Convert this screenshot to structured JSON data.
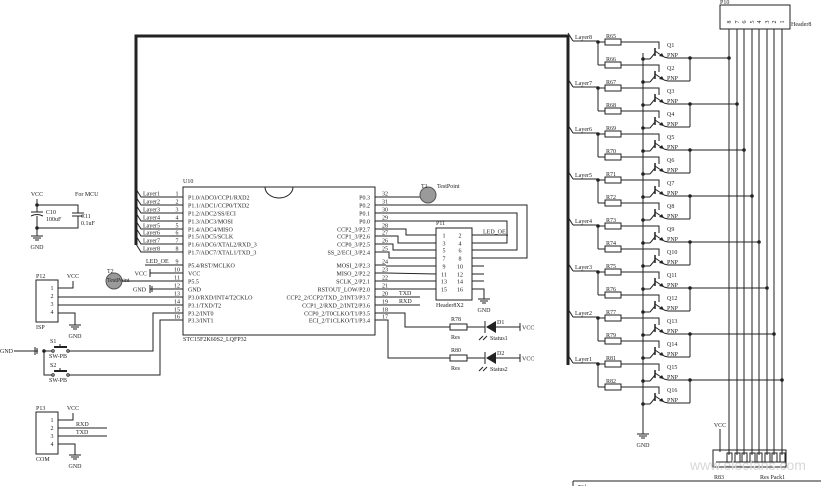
{
  "title_block": {
    "label": "Title"
  },
  "power": {
    "vcc": "VCC",
    "gnd": "GND"
  },
  "note": "For MCU",
  "c10": {
    "ref": "C10",
    "value": "100uF"
  },
  "c11": {
    "ref": "C11",
    "value": "0.1uF"
  },
  "u10": {
    "ref": "U10",
    "part": "STC15F2K60S2_LQFP32",
    "left_pins": [
      {
        "num": "1",
        "name": "P1.0/ADC0/CCP1/RXD2",
        "net": "Layer1"
      },
      {
        "num": "2",
        "name": "P1.1/ADC1/CCP0/TXD2",
        "net": "Layer2"
      },
      {
        "num": "3",
        "name": "P1.2/ADC2/SS/ECI",
        "net": "Layer3"
      },
      {
        "num": "4",
        "name": "P1.3/ADC3/MOSI",
        "net": "Layer4"
      },
      {
        "num": "5",
        "name": "P1.4/ADC4/MISO",
        "net": "Layer5"
      },
      {
        "num": "6",
        "name": "P1.5/ADC5/SCLK",
        "net": "Layer6"
      },
      {
        "num": "7",
        "name": "P1.6/ADC6/XTAL2/RXD_3",
        "net": "Layer7"
      },
      {
        "num": "8",
        "name": "P1.7/ADC7/XTAL1/TXD_3",
        "net": "Layer8"
      },
      {
        "num": "9",
        "name": "P5.4/RST/MCLKO",
        "net": "LED_OE"
      },
      {
        "num": "10",
        "name": "VCC",
        "net": "VCC"
      },
      {
        "num": "11",
        "name": "P5.5",
        "net": ""
      },
      {
        "num": "12",
        "name": "GND",
        "net": "GND"
      },
      {
        "num": "13",
        "name": "P3.0/RXD/INT4/T2CKLO",
        "net": ""
      },
      {
        "num": "14",
        "name": "P3.1/TXD/T2",
        "net": ""
      },
      {
        "num": "15",
        "name": "P3.2/INT0",
        "net": ""
      },
      {
        "num": "16",
        "name": "P3.3/INT1",
        "net": ""
      }
    ],
    "right_pins": [
      {
        "num": "32",
        "name": "P0.3"
      },
      {
        "num": "31",
        "name": "P0.2"
      },
      {
        "num": "30",
        "name": "P0.1"
      },
      {
        "num": "29",
        "name": "P0.0"
      },
      {
        "num": "28",
        "name": "CCP2_3/P2.7"
      },
      {
        "num": "27",
        "name": "CCP1_3/P2.6"
      },
      {
        "num": "26",
        "name": "CCP0_3/P2.5"
      },
      {
        "num": "25",
        "name": "SS_2/ECI_3/P2.4"
      },
      {
        "num": "24",
        "name": "MOSI_2/P2.3"
      },
      {
        "num": "23",
        "name": "MISO_2/P2.2"
      },
      {
        "num": "22",
        "name": "SCLK_2/P2.1"
      },
      {
        "num": "21",
        "name": "RSTOUT_LOW/P2.0"
      },
      {
        "num": "20",
        "name": "CCP2_2/CCP2/TXD_2/INT3/P3.7",
        "net": "TXD"
      },
      {
        "num": "19",
        "name": "CCP1_2/RXD_2/INT2/P3.6",
        "net": "RXD"
      },
      {
        "num": "18",
        "name": "CCP0_2/T0CLKO/T1/P3.5"
      },
      {
        "num": "17",
        "name": "ECI_2/T1CLKO/T1/P3.4"
      }
    ]
  },
  "t1": {
    "ref": "T1",
    "part": "TestPoint"
  },
  "t2": {
    "ref": "T2",
    "part": "TestPoint"
  },
  "p11": {
    "ref": "P11",
    "part": "Header8X2",
    "pins": [
      "1",
      "2",
      "3",
      "4",
      "5",
      "6",
      "7",
      "8",
      "9",
      "10",
      "11",
      "12",
      "13",
      "14",
      "15",
      "16"
    ],
    "net_pin2": "LED_OE"
  },
  "p12": {
    "ref": "P12",
    "part": "ISP",
    "pins": [
      "1",
      "2",
      "3",
      "4"
    ]
  },
  "p13": {
    "ref": "P13",
    "part": "COM",
    "pins": [
      "1",
      "2",
      "3",
      "4"
    ],
    "nets": [
      "RXD",
      "TXD"
    ]
  },
  "s1": {
    "ref": "S1",
    "part": "SW-PB"
  },
  "s2": {
    "ref": "S2",
    "part": "SW-PB"
  },
  "leds": [
    {
      "res": "R78",
      "res_part": "Res",
      "diode": "D1",
      "label": "Status1",
      "supply": "VCC"
    },
    {
      "res": "R80",
      "res_part": "Res",
      "diode": "D2",
      "label": "Status2",
      "supply": "VCC"
    }
  ],
  "layers": [
    {
      "net": "Layer8",
      "resistors": [
        "R65",
        "R66"
      ],
      "transistors": [
        "Q1",
        "Q2"
      ]
    },
    {
      "net": "Layer7",
      "resistors": [
        "R67",
        "R68"
      ],
      "transistors": [
        "Q3",
        "Q4"
      ]
    },
    {
      "net": "Layer6",
      "resistors": [
        "R69",
        "R70"
      ],
      "transistors": [
        "Q5",
        "Q6"
      ]
    },
    {
      "net": "Layer5",
      "resistors": [
        "R71",
        "R72"
      ],
      "transistors": [
        "Q7",
        "Q8"
      ]
    },
    {
      "net": "Layer4",
      "resistors": [
        "R73",
        "R74"
      ],
      "transistors": [
        "Q9",
        "Q10"
      ]
    },
    {
      "net": "Layer3",
      "resistors": [
        "R75",
        "R76"
      ],
      "transistors": [
        "Q11",
        "Q12"
      ]
    },
    {
      "net": "Layer2",
      "resistors": [
        "R77",
        "R79"
      ],
      "transistors": [
        "Q13",
        "Q14"
      ]
    },
    {
      "net": "Layer1",
      "resistors": [
        "R81",
        "R82"
      ],
      "transistors": [
        "Q15",
        "Q16"
      ]
    }
  ],
  "transistor_type": "PNP",
  "p10": {
    "ref": "P10",
    "part": "Header8",
    "pins": [
      "8",
      "7",
      "6",
      "5",
      "4",
      "3",
      "2",
      "1"
    ]
  },
  "respack": {
    "ref": "R83",
    "part": "Res Pack1"
  },
  "watermark": "www.elecfans.com",
  "colors": {
    "wire": "#222222",
    "testpoint": "#9a9a9a",
    "background": "#ffffff"
  }
}
